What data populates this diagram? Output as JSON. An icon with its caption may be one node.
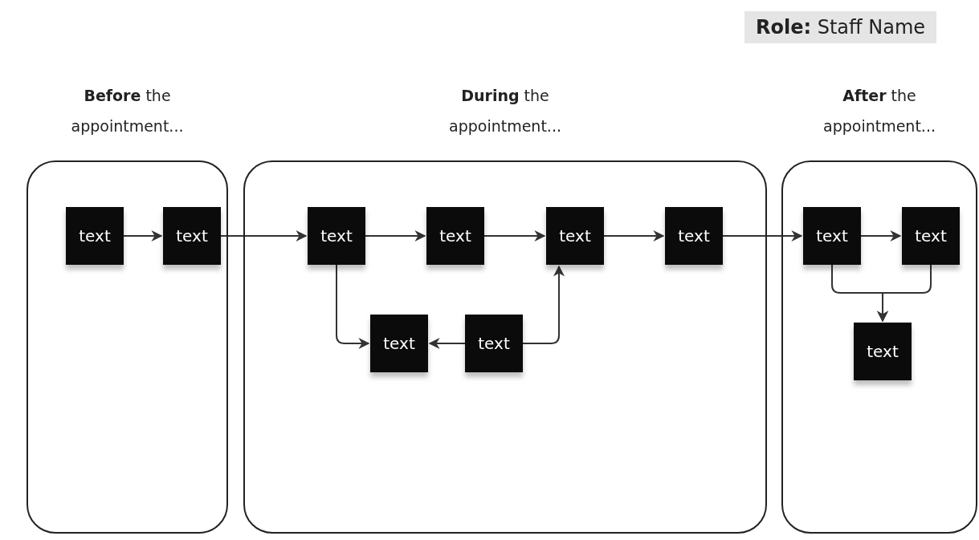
{
  "diagram": {
    "nodes": [
      {
        "text": [
          "**Before** the appointment..."
        ]
      },
      {
        "text": [
          "text"
        ],
        "in": 0
      },
      {
        "text": [
          "text"
        ],
        "in": 0
      },
      {
        "text": [
          "**During** the appointment..."
        ]
      },
      {
        "text": [
          "text"
        ],
        "in": 3
      },
      {
        "text": [
          "text"
        ],
        "in": 3
      },
      {
        "text": [
          "text"
        ],
        "in": 3
      },
      {
        "text": [
          "text"
        ],
        "in": 3
      },
      {
        "text": [
          "text"
        ],
        "in": 3
      },
      {
        "text": [
          "text"
        ],
        "in": 3
      },
      {
        "text": [
          "**After** the appointment..."
        ]
      },
      {
        "text": [
          "text"
        ],
        "in": 10
      },
      {
        "text": [
          "text"
        ],
        "in": 10
      },
      {
        "text": [
          "text"
        ],
        "in": 10
      }
    ],
    "edges": [
      {
        "from": 1,
        "to": 2,
        "arrow": "to"
      },
      {
        "from": 2,
        "to": 4,
        "arrow": "to"
      },
      {
        "from": 4,
        "to": 5,
        "arrow": "to"
      },
      {
        "from": 5,
        "to": 6,
        "arrow": "to"
      },
      {
        "from": 6,
        "to": 7,
        "arrow": "to"
      },
      {
        "from": 7,
        "to": 11,
        "arrow": "to"
      },
      {
        "from": 11,
        "to": 12,
        "arrow": "to"
      },
      {
        "from": 4,
        "to": 8,
        "arrow": "to"
      },
      {
        "from": 9,
        "to": 8,
        "arrow": "to"
      },
      {
        "from": 9,
        "to": 6,
        "arrow": "to"
      },
      {
        "from": 11,
        "to": 13,
        "arrow": "to"
      },
      {
        "from": 12,
        "to": 13,
        "arrow": "to"
      }
    ],
    "labels": [
      "**Role:** Staff Name"
    ]
  }
}
